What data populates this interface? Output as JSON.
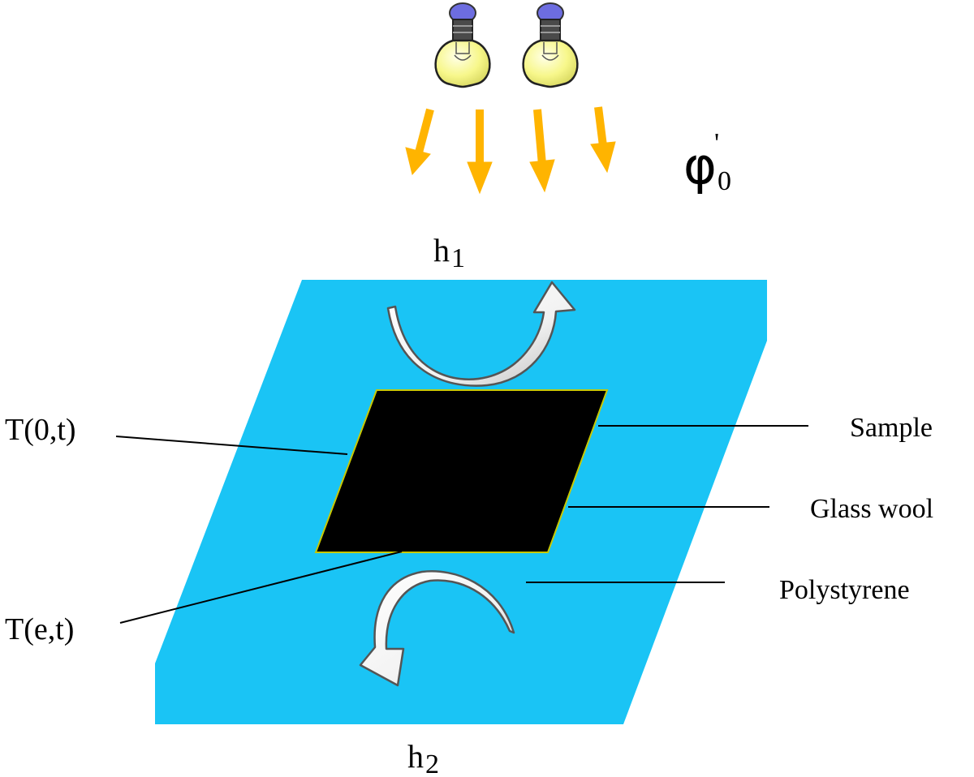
{
  "colors": {
    "polystyrene": "#1ac4f5",
    "sample": "#000000",
    "sample_border": "#c8c800",
    "light_arrow": "#ffb400",
    "bulb_glass": "#fafaa0",
    "bulb_cap": "#7a7ae0",
    "bulb_base": "#555555"
  },
  "labels": {
    "flux_symbol": "φ",
    "flux_prime": "'",
    "flux_sub": "0",
    "h1_main": "h",
    "h1_sub": "1",
    "h2_main": "h",
    "h2_sub": "2",
    "t_front": "T(0,t)",
    "t_back": "T(e,t)",
    "sample": "Sample",
    "glass_wool": "Glass wool",
    "polystyrene": "Polystyrene"
  },
  "icons": [
    "light-bulb-icon",
    "light-bulb-icon"
  ]
}
